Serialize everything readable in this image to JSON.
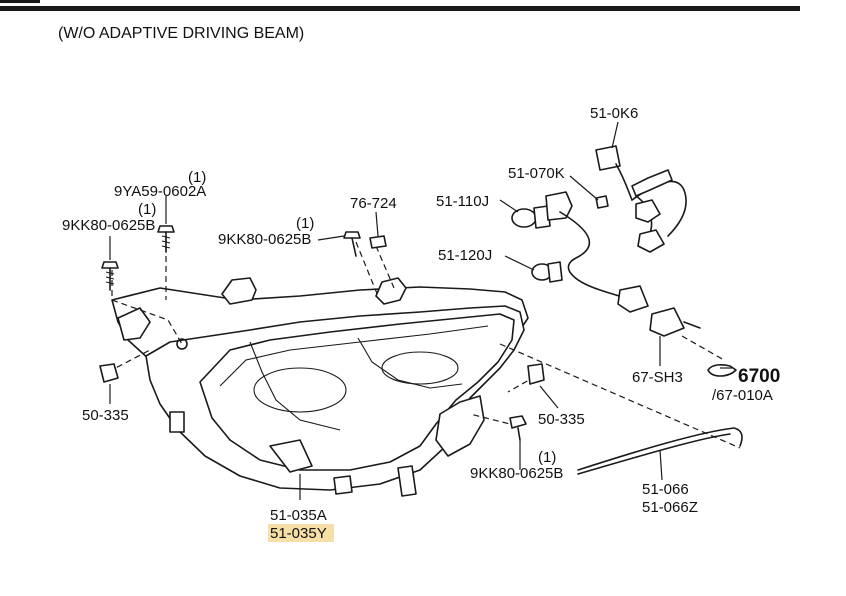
{
  "heading": "(W/O ADAPTIVE DRIVING BEAM)",
  "labels": {
    "p_510k6": "51-0K6",
    "p_51070k": "51-070K",
    "p_51110j": "51-110J",
    "p_51120j": "51-120J",
    "p_76724": "76-724",
    "p_9ya59_qty": "(1)",
    "p_9ya59": "9YA59-0602A",
    "p_9kk80_left_qty": "(1)",
    "p_9kk80_left": "9KK80-0625B",
    "p_9kk80_mid_qty": "(1)",
    "p_9kk80_mid": "9KK80-0625B",
    "p_50335_left": "50-335",
    "p_50335_right": "50-335",
    "p_9kk80_bottom_qty": "(1)",
    "p_9kk80_bottom": "9KK80-0625B",
    "p_67sh3": "67-SH3",
    "p_6700": "6700",
    "p_67010a": "/67-010A",
    "p_51066": "51-066",
    "p_51066z": "51-066Z",
    "p_51035a": "51-035A",
    "p_51035y": "51-035Y"
  },
  "icons": {
    "ref_pointer": "pointing-hand-icon"
  },
  "colors": {
    "highlight": "#f7dfa7",
    "line": "#1a1a1a"
  }
}
